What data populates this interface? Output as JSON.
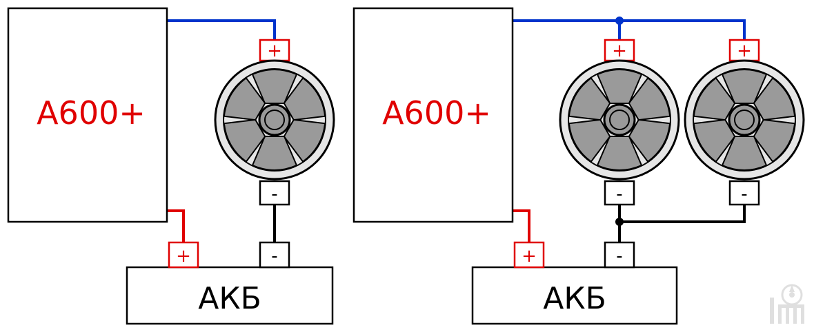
{
  "colors": {
    "positive_wire": "#0033cc",
    "battery_positive_wire": "#e00000",
    "negative_wire": "#000000",
    "module_label": "#e00000",
    "fan_blade": "#9a9a9a",
    "fan_body": "#e6e6e6",
    "outline": "#000000"
  },
  "terminals": {
    "plus": "+",
    "minus": "-"
  },
  "left_circuit": {
    "module_label": "A600+",
    "battery_label": "АКБ",
    "fan_count": 1
  },
  "right_circuit": {
    "module_label": "A600+",
    "battery_label": "АКБ",
    "fan_count": 2
  },
  "watermark": {
    "icon": "fan-logo-icon"
  }
}
